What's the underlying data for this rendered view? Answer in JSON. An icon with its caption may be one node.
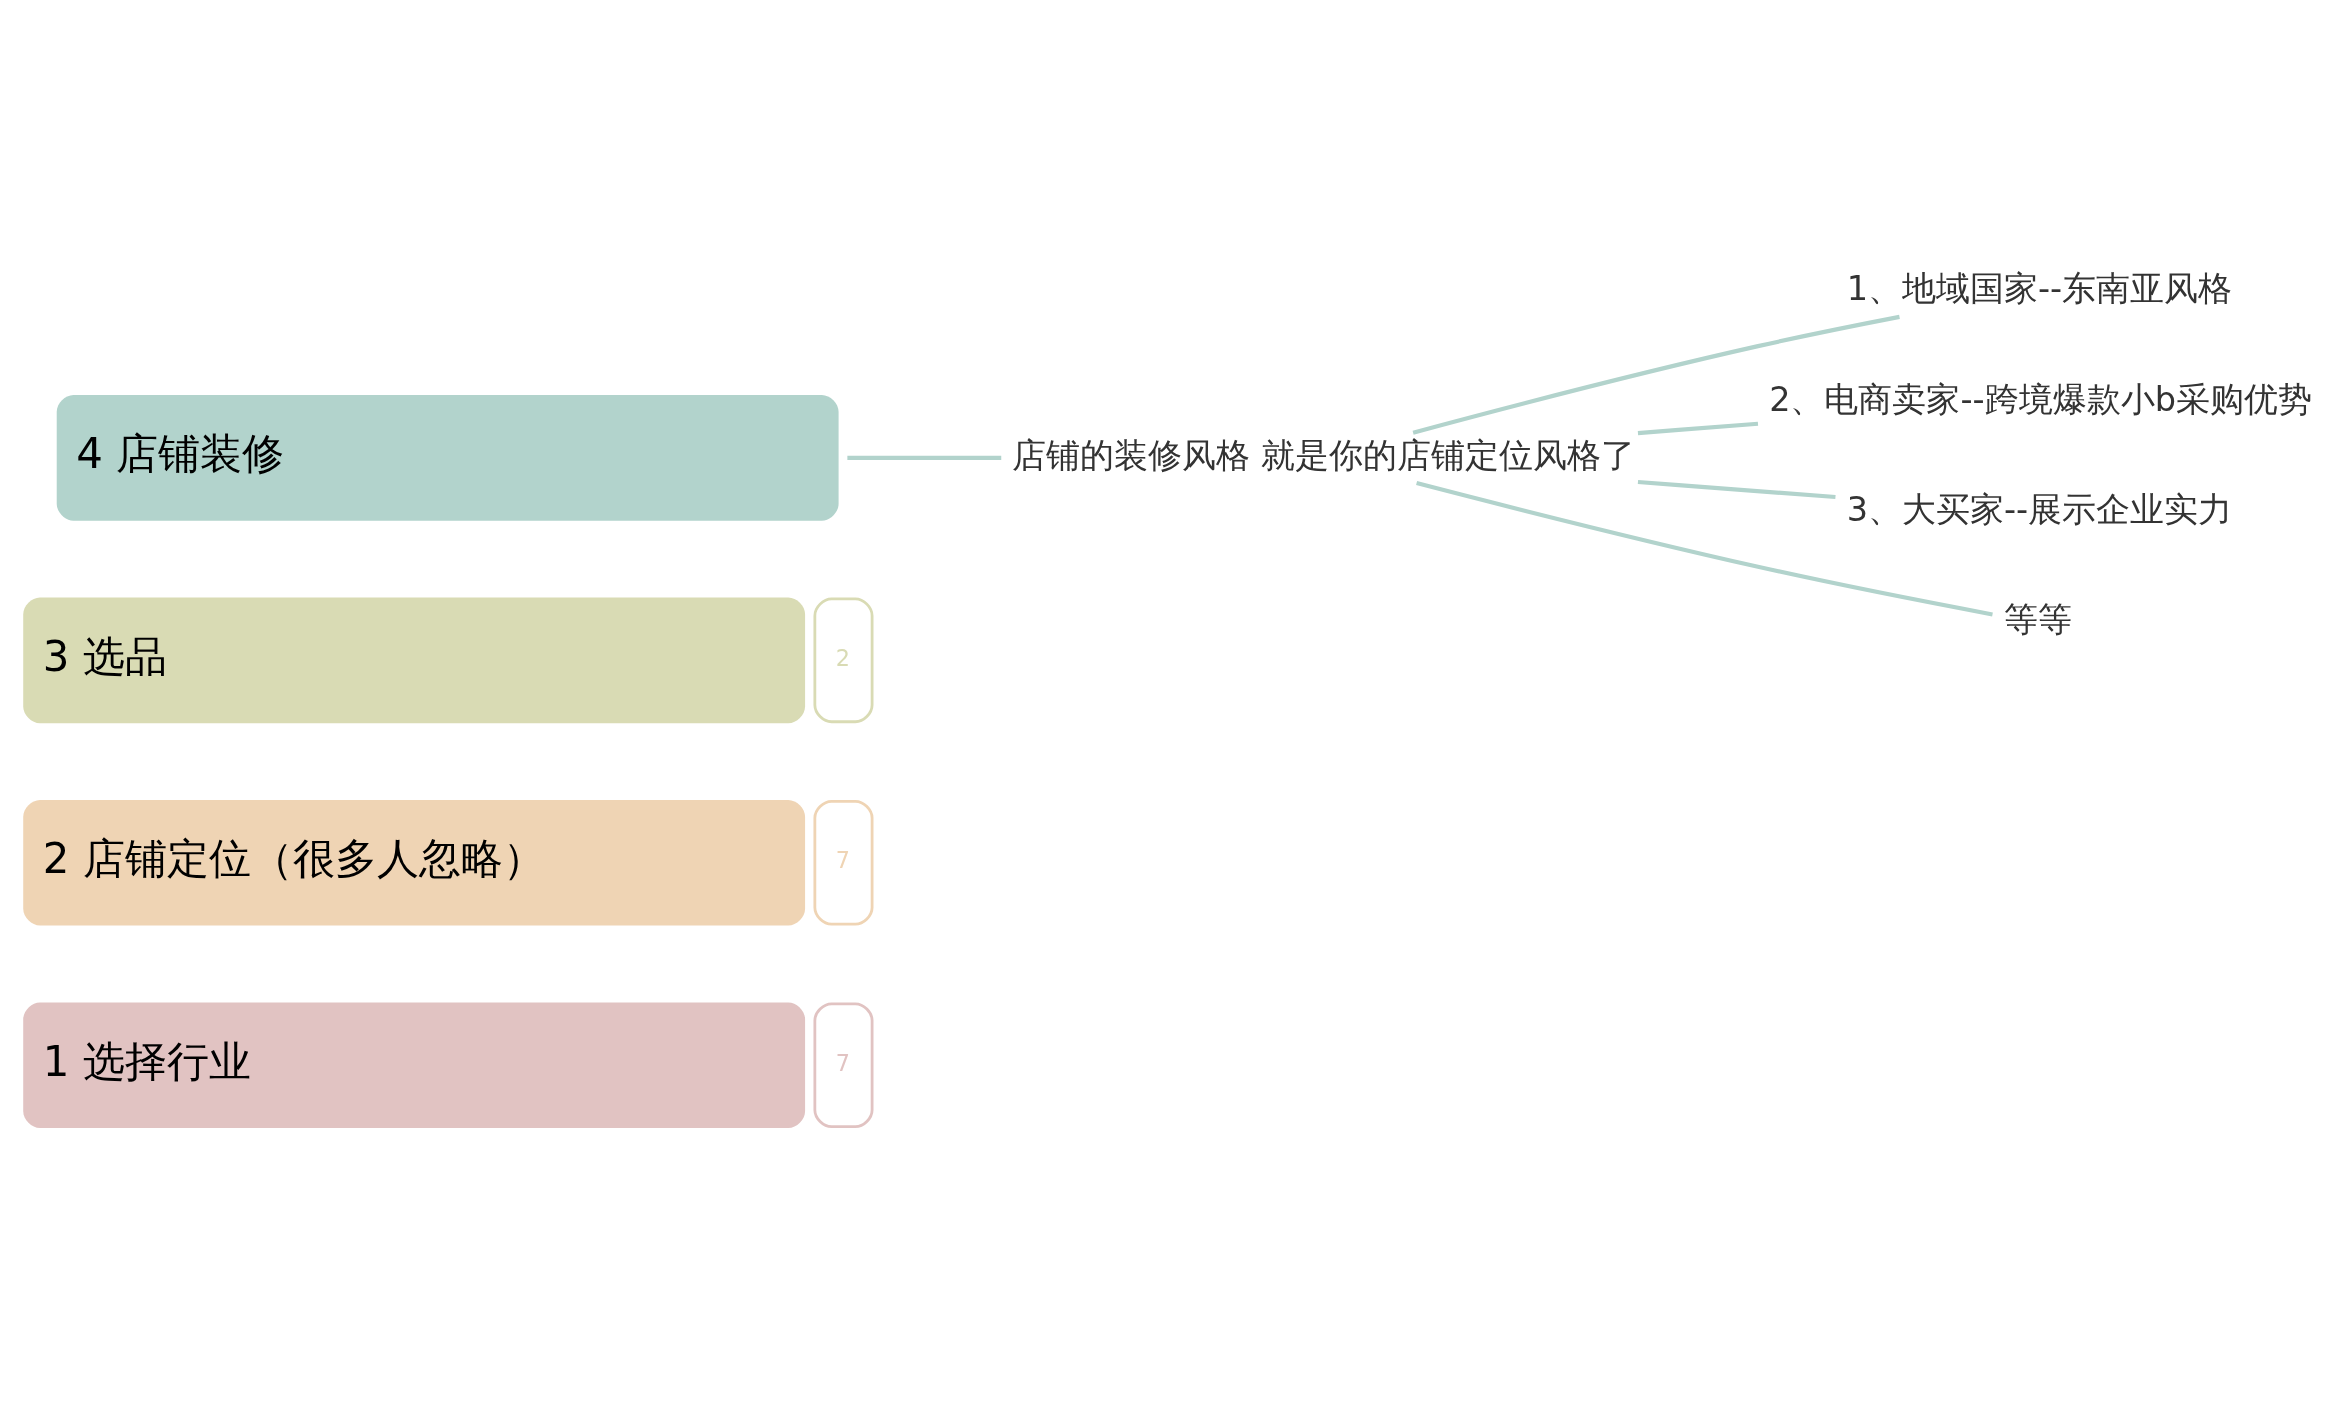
{
  "diagram": {
    "nodes": [
      {
        "text": [
          "1 选择行业"
        ],
        "beside": [
          "7"
        ]
      },
      {
        "text": [
          "2 店铺定位（很多人忽略）"
        ],
        "beside": [
          "7"
        ]
      },
      {
        "text": [
          "3 选品"
        ],
        "beside": [
          "2"
        ]
      },
      {
        "text": [
          "4 店铺装修"
        ]
      },
      {
        "text": [
          "店铺的装修风格 就是你的店铺定位风格了"
        ]
      },
      {
        "text": [
          "1、地域国家--东南亚风格"
        ]
      },
      {
        "text": [
          "2、电商卖家--跨境爆款小b采购优势"
        ]
      },
      {
        "text": [
          "3、大买家--展示企业实力"
        ]
      },
      {
        "text": [
          "等等"
        ]
      }
    ],
    "edges": [
      {
        "from": 3,
        "to": 4,
        "arrow": "none"
      },
      {
        "from": 4,
        "to": 5,
        "arrow": "none"
      },
      {
        "from": 4,
        "to": 6,
        "arrow": "none"
      },
      {
        "from": 4,
        "to": 7,
        "arrow": "none"
      },
      {
        "from": 4,
        "to": 8,
        "arrow": "none"
      }
    ]
  }
}
